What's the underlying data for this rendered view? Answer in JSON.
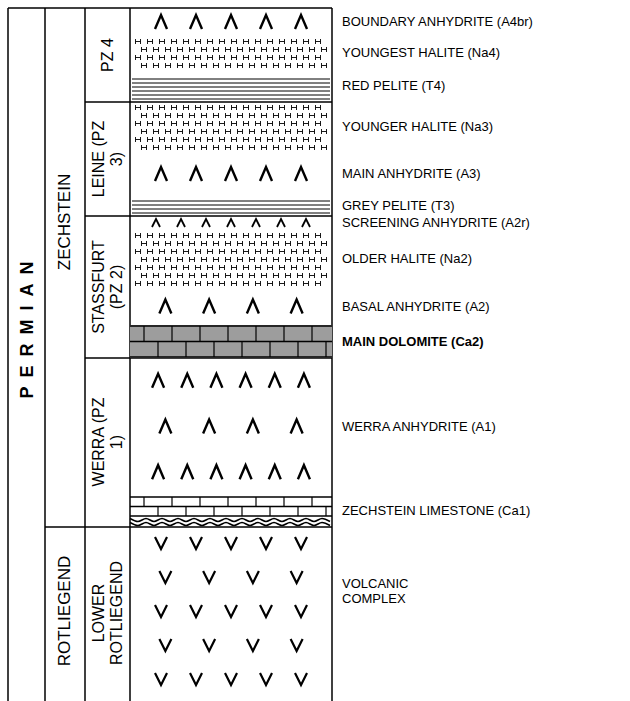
{
  "diagram": {
    "nodes": [
      {
        "text": [
          "PERMIAN"
        ]
      },
      {
        "text": [
          "ZECHSTEIN"
        ]
      },
      {
        "text": [
          "ROTLIEGEND"
        ]
      },
      {
        "text": [
          "PZ 4"
        ]
      },
      {
        "text": [
          "LEINE (PZ 3)"
        ]
      },
      {
        "text": [
          "STASSFURT (PZ 2)"
        ]
      },
      {
        "text": [
          "WERRA (PZ 1)"
        ]
      },
      {
        "text": [
          "LOWER ROTLIEGEND"
        ]
      },
      {
        "text": [
          "BOUNDARY ANHYDRITE (A4br)"
        ]
      },
      {
        "text": [
          "YOUNGEST HALITE (Na4)"
        ]
      },
      {
        "text": [
          "RED PELITE (T4)"
        ]
      },
      {
        "text": [
          "YOUNGER HALITE (Na3)"
        ]
      },
      {
        "text": [
          "MAIN ANHYDRITE (A3)"
        ]
      },
      {
        "text": [
          "GREY PELITE (T3)"
        ]
      },
      {
        "text": [
          "SCREENING ANHYDRITE (A2r)"
        ]
      },
      {
        "text": [
          "OLDER HALITE (Na2)"
        ]
      },
      {
        "text": [
          "BASAL ANHYDRITE (A2)"
        ]
      },
      {
        "text": [
          "MAIN DOLOMITE (Ca2)"
        ]
      },
      {
        "text": [
          "WERRA ANHYDRITE (A1)"
        ]
      },
      {
        "text": [
          "ZECHSTEIN LIMESTONE (Ca1)"
        ]
      },
      {
        "text": [
          "VOLCANIC COMPLEX"
        ]
      }
    ]
  }
}
